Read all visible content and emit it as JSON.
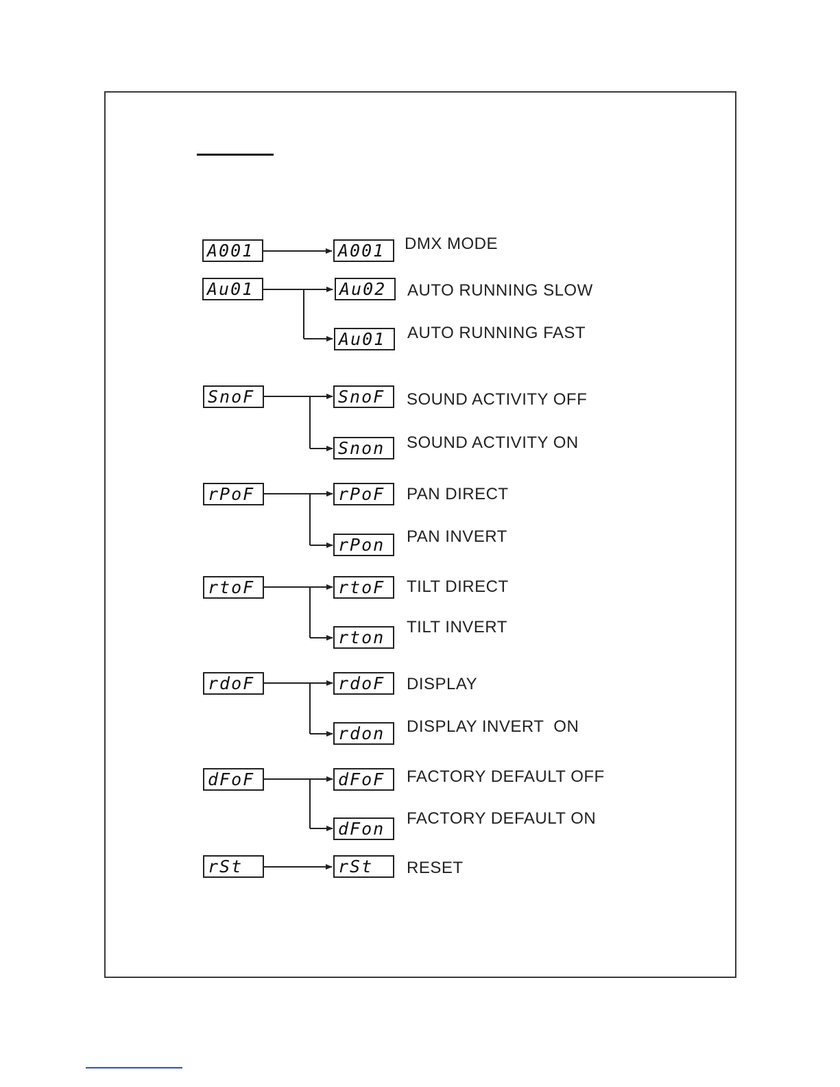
{
  "groups": [
    {
      "menu": {
        "display": "A001"
      },
      "options": [
        {
          "display": "A001",
          "label": "DMX MODE"
        }
      ]
    },
    {
      "menu": {
        "display": "Au01"
      },
      "options": [
        {
          "display": "Au02",
          "label": "AUTO RUNNING SLOW"
        },
        {
          "display": "Au01",
          "label": "AUTO RUNNING FAST"
        }
      ]
    },
    {
      "menu": {
        "display": "SnoF"
      },
      "options": [
        {
          "display": "SnoF",
          "label": "SOUND ACTIVITY OFF"
        },
        {
          "display": "Snon",
          "label": "SOUND ACTIVITY ON"
        }
      ]
    },
    {
      "menu": {
        "display": "rPoF"
      },
      "options": [
        {
          "display": "rPoF",
          "label": "PAN DIRECT"
        },
        {
          "display": "rPon",
          "label": "PAN INVERT"
        }
      ]
    },
    {
      "menu": {
        "display": "rtoF"
      },
      "options": [
        {
          "display": "rtoF",
          "label": "TILT DIRECT"
        },
        {
          "display": "rton",
          "label": "TILT INVERT"
        }
      ]
    },
    {
      "menu": {
        "display": "rdoF"
      },
      "options": [
        {
          "display": "rdoF",
          "label": "DISPLAY"
        },
        {
          "display": "rdon",
          "label": "DISPLAY INVERT  ON"
        }
      ]
    },
    {
      "menu": {
        "display": "dFoF"
      },
      "options": [
        {
          "display": "dFoF",
          "label": "FACTORY DEFAULT OFF"
        },
        {
          "display": "dFon",
          "label": "FACTORY DEFAULT ON"
        }
      ]
    },
    {
      "menu": {
        "display": "rSt"
      },
      "options": [
        {
          "display": "rSt",
          "label": "RESET"
        }
      ]
    }
  ]
}
